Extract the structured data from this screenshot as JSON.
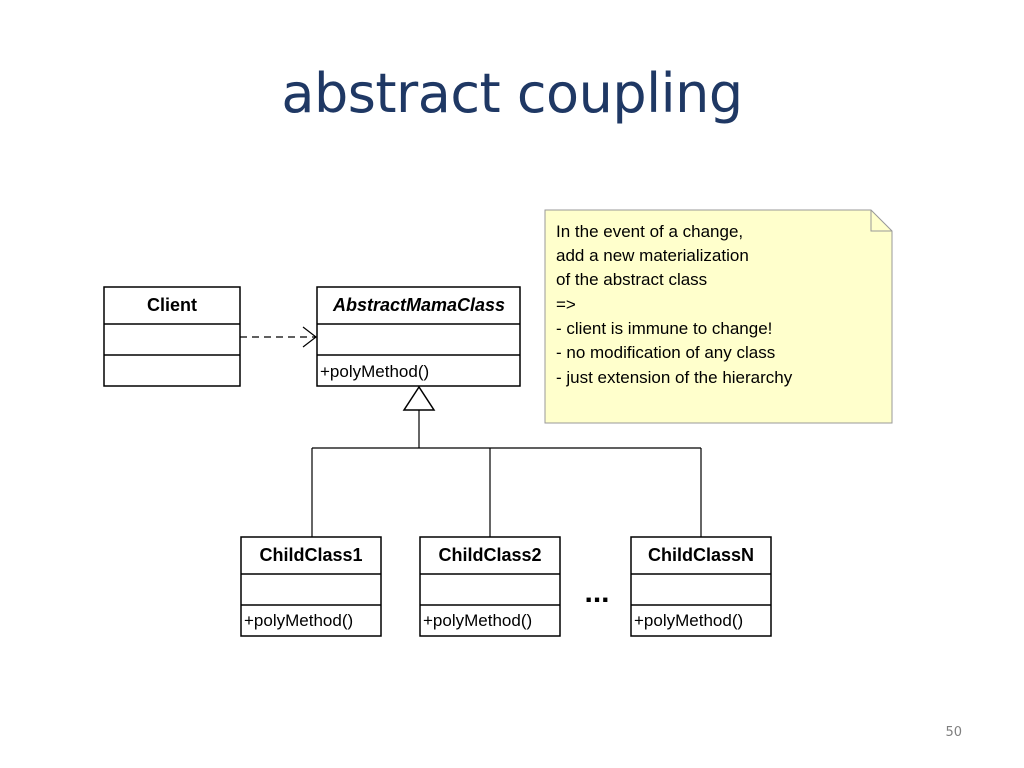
{
  "slide": {
    "title": "abstract coupling",
    "page_number": "50"
  },
  "classes": {
    "client": {
      "name": "Client",
      "member": ""
    },
    "abstract": {
      "name": "AbstractMamaClass",
      "member": "+polyMethod()"
    },
    "child1": {
      "name": "ChildClass1",
      "member": "+polyMethod()"
    },
    "child2": {
      "name": "ChildClass2",
      "member": "+polyMethod()"
    },
    "childN": {
      "name": "ChildClassN",
      "member": "+polyMethod()"
    }
  },
  "ellipsis": "...",
  "note": {
    "lines": [
      "In the event of a change,",
      "add a new materialization",
      "of the abstract class",
      "=>",
      "- client is immune to change!",
      "- no modification of any class",
      "- just extension of the hierarchy"
    ],
    "fill": "#ffffcc",
    "border": "#999999"
  }
}
